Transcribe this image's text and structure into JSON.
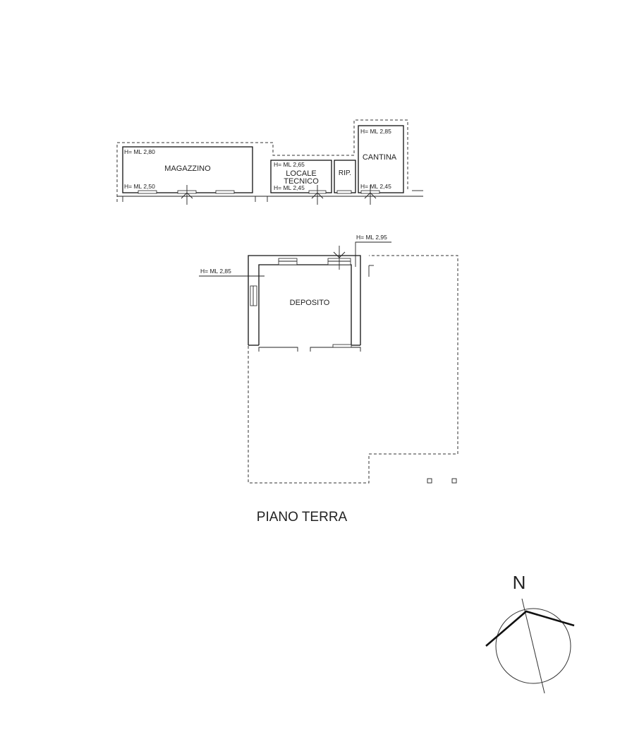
{
  "rooms": {
    "magazzino": {
      "name": "MAGAZZINO",
      "h_top": "H= ML 2,80",
      "h_bottom": "H= ML 2,50"
    },
    "locale_tecnico": {
      "name_line1": "LOCALE",
      "name_line2": "TECNICO",
      "h_top": "H= ML 2,65",
      "h_bottom": "H= ML 2,45"
    },
    "ripostiglio": {
      "name": "RIP."
    },
    "cantina": {
      "name": "CANTINA",
      "h_top": "H= ML 2,85",
      "h_bottom": "H= ML 2,45"
    },
    "deposito": {
      "name": "DEPOSITO",
      "h_left": "H= ML 2,85",
      "h_right": "H= ML 2,95"
    }
  },
  "floor_title": "PIANO TERRA",
  "compass": {
    "label": "N"
  }
}
